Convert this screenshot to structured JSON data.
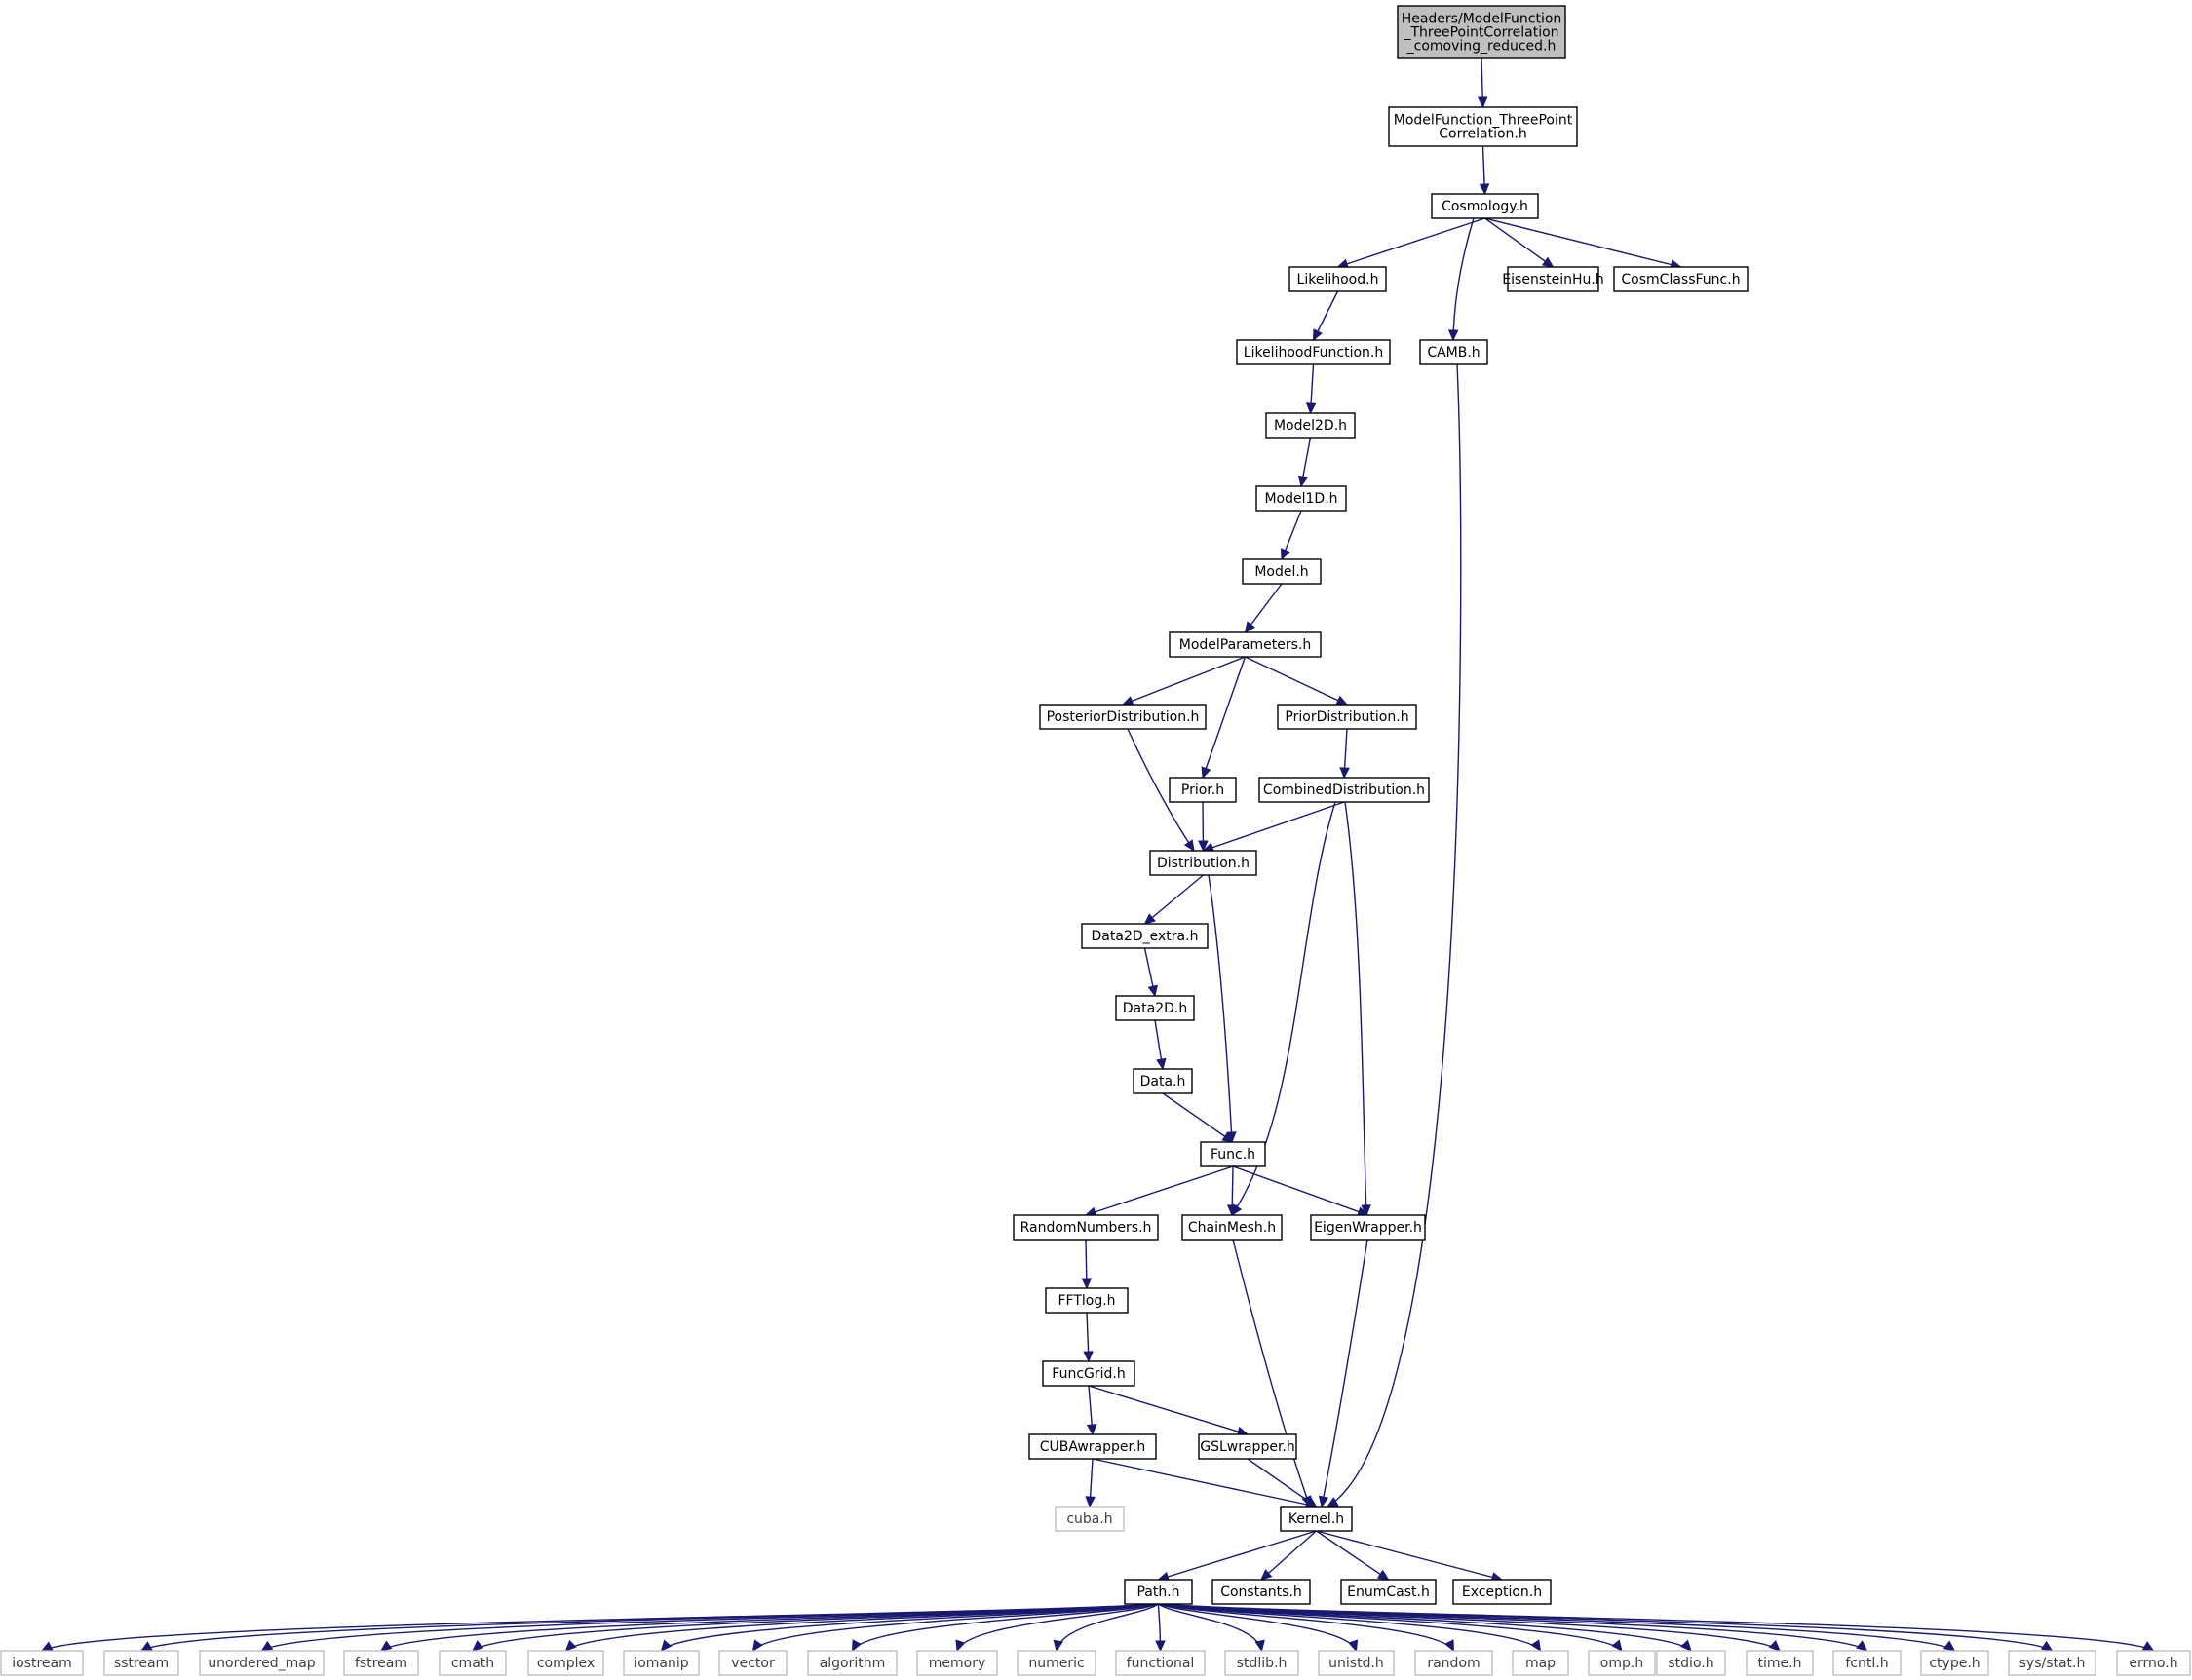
{
  "graph": {
    "nodes": [
      {
        "id": "root",
        "lines": [
          "Headers/ModelFunction",
          "_ThreePointCorrelation",
          "_comoving_reduced.h"
        ],
        "kind": "root"
      },
      {
        "id": "mf3p",
        "lines": [
          "ModelFunction_ThreePoint",
          "Correlation.h"
        ],
        "kind": "file"
      },
      {
        "id": "cosmology",
        "lines": [
          "Cosmology.h"
        ],
        "kind": "file"
      },
      {
        "id": "likelihood",
        "lines": [
          "Likelihood.h"
        ],
        "kind": "file"
      },
      {
        "id": "eisenstein",
        "lines": [
          "EisensteinHu.h"
        ],
        "kind": "file"
      },
      {
        "id": "cosmclass",
        "lines": [
          "CosmClassFunc.h"
        ],
        "kind": "file"
      },
      {
        "id": "likefunc",
        "lines": [
          "LikelihoodFunction.h"
        ],
        "kind": "file"
      },
      {
        "id": "camb",
        "lines": [
          "CAMB.h"
        ],
        "kind": "file"
      },
      {
        "id": "model2d",
        "lines": [
          "Model2D.h"
        ],
        "kind": "file"
      },
      {
        "id": "model1d",
        "lines": [
          "Model1D.h"
        ],
        "kind": "file"
      },
      {
        "id": "model",
        "lines": [
          "Model.h"
        ],
        "kind": "file"
      },
      {
        "id": "modelparams",
        "lines": [
          "ModelParameters.h"
        ],
        "kind": "file"
      },
      {
        "id": "posterior",
        "lines": [
          "PosteriorDistribution.h"
        ],
        "kind": "file"
      },
      {
        "id": "priordist",
        "lines": [
          "PriorDistribution.h"
        ],
        "kind": "file"
      },
      {
        "id": "prior",
        "lines": [
          "Prior.h"
        ],
        "kind": "file"
      },
      {
        "id": "combined",
        "lines": [
          "CombinedDistribution.h"
        ],
        "kind": "file"
      },
      {
        "id": "distribution",
        "lines": [
          "Distribution.h"
        ],
        "kind": "file"
      },
      {
        "id": "data2dextra",
        "lines": [
          "Data2D_extra.h"
        ],
        "kind": "file"
      },
      {
        "id": "data2d",
        "lines": [
          "Data2D.h"
        ],
        "kind": "file"
      },
      {
        "id": "data",
        "lines": [
          "Data.h"
        ],
        "kind": "file"
      },
      {
        "id": "func",
        "lines": [
          "Func.h"
        ],
        "kind": "file"
      },
      {
        "id": "randnum",
        "lines": [
          "RandomNumbers.h"
        ],
        "kind": "file"
      },
      {
        "id": "chainmesh",
        "lines": [
          "ChainMesh.h"
        ],
        "kind": "file"
      },
      {
        "id": "eigen",
        "lines": [
          "EigenWrapper.h"
        ],
        "kind": "file"
      },
      {
        "id": "fftlog",
        "lines": [
          "FFTlog.h"
        ],
        "kind": "file"
      },
      {
        "id": "funcgrid",
        "lines": [
          "FuncGrid.h"
        ],
        "kind": "file"
      },
      {
        "id": "cuba",
        "lines": [
          "CUBAwrapper.h"
        ],
        "kind": "file"
      },
      {
        "id": "gsl",
        "lines": [
          "GSLwrapper.h"
        ],
        "kind": "file"
      },
      {
        "id": "cubah",
        "lines": [
          "cuba.h"
        ],
        "kind": "sys"
      },
      {
        "id": "kernel",
        "lines": [
          "Kernel.h"
        ],
        "kind": "file"
      },
      {
        "id": "path",
        "lines": [
          "Path.h"
        ],
        "kind": "file"
      },
      {
        "id": "constants",
        "lines": [
          "Constants.h"
        ],
        "kind": "file"
      },
      {
        "id": "enumcast",
        "lines": [
          "EnumCast.h"
        ],
        "kind": "file"
      },
      {
        "id": "exception",
        "lines": [
          "Exception.h"
        ],
        "kind": "file"
      },
      {
        "id": "iostream",
        "lines": [
          "iostream"
        ],
        "kind": "sys"
      },
      {
        "id": "sstream",
        "lines": [
          "sstream"
        ],
        "kind": "sys"
      },
      {
        "id": "unordered_map",
        "lines": [
          "unordered_map"
        ],
        "kind": "sys"
      },
      {
        "id": "fstream",
        "lines": [
          "fstream"
        ],
        "kind": "sys"
      },
      {
        "id": "cmath",
        "lines": [
          "cmath"
        ],
        "kind": "sys"
      },
      {
        "id": "complex",
        "lines": [
          "complex"
        ],
        "kind": "sys"
      },
      {
        "id": "iomanip",
        "lines": [
          "iomanip"
        ],
        "kind": "sys"
      },
      {
        "id": "vector",
        "lines": [
          "vector"
        ],
        "kind": "sys"
      },
      {
        "id": "algorithm",
        "lines": [
          "algorithm"
        ],
        "kind": "sys"
      },
      {
        "id": "memory",
        "lines": [
          "memory"
        ],
        "kind": "sys"
      },
      {
        "id": "numeric",
        "lines": [
          "numeric"
        ],
        "kind": "sys"
      },
      {
        "id": "functional",
        "lines": [
          "functional"
        ],
        "kind": "sys"
      },
      {
        "id": "stdlib",
        "lines": [
          "stdlib.h"
        ],
        "kind": "sys"
      },
      {
        "id": "unistd",
        "lines": [
          "unistd.h"
        ],
        "kind": "sys"
      },
      {
        "id": "random",
        "lines": [
          "random"
        ],
        "kind": "sys"
      },
      {
        "id": "map",
        "lines": [
          "map"
        ],
        "kind": "sys"
      },
      {
        "id": "omp",
        "lines": [
          "omp.h"
        ],
        "kind": "sys"
      },
      {
        "id": "stdio",
        "lines": [
          "stdio.h"
        ],
        "kind": "sys"
      },
      {
        "id": "time",
        "lines": [
          "time.h"
        ],
        "kind": "sys"
      },
      {
        "id": "fcntl",
        "lines": [
          "fcntl.h"
        ],
        "kind": "sys"
      },
      {
        "id": "ctype",
        "lines": [
          "ctype.h"
        ],
        "kind": "sys"
      },
      {
        "id": "sysstat",
        "lines": [
          "sys/stat.h"
        ],
        "kind": "sys"
      },
      {
        "id": "errno",
        "lines": [
          "errno.h"
        ],
        "kind": "sys"
      }
    ],
    "edges": [
      [
        "root",
        "mf3p"
      ],
      [
        "mf3p",
        "cosmology"
      ],
      [
        "cosmology",
        "likelihood"
      ],
      [
        "cosmology",
        "camb"
      ],
      [
        "cosmology",
        "eisenstein"
      ],
      [
        "cosmology",
        "cosmclass"
      ],
      [
        "likelihood",
        "likefunc"
      ],
      [
        "likefunc",
        "model2d"
      ],
      [
        "model2d",
        "model1d"
      ],
      [
        "model1d",
        "model"
      ],
      [
        "model",
        "modelparams"
      ],
      [
        "modelparams",
        "posterior"
      ],
      [
        "modelparams",
        "prior"
      ],
      [
        "modelparams",
        "priordist"
      ],
      [
        "priordist",
        "combined"
      ],
      [
        "posterior",
        "distribution"
      ],
      [
        "prior",
        "distribution"
      ],
      [
        "combined",
        "distribution"
      ],
      [
        "combined",
        "chainmesh"
      ],
      [
        "combined",
        "eigen"
      ],
      [
        "distribution",
        "data2dextra"
      ],
      [
        "distribution",
        "func"
      ],
      [
        "data2dextra",
        "data2d"
      ],
      [
        "data2d",
        "data"
      ],
      [
        "data",
        "func"
      ],
      [
        "func",
        "randnum"
      ],
      [
        "func",
        "chainmesh"
      ],
      [
        "func",
        "eigen"
      ],
      [
        "randnum",
        "fftlog"
      ],
      [
        "fftlog",
        "funcgrid"
      ],
      [
        "funcgrid",
        "cuba"
      ],
      [
        "funcgrid",
        "gsl"
      ],
      [
        "cuba",
        "cubah"
      ],
      [
        "cuba",
        "kernel"
      ],
      [
        "gsl",
        "kernel"
      ],
      [
        "chainmesh",
        "kernel"
      ],
      [
        "eigen",
        "kernel"
      ],
      [
        "camb",
        "kernel"
      ],
      [
        "kernel",
        "path"
      ],
      [
        "kernel",
        "constants"
      ],
      [
        "kernel",
        "enumcast"
      ],
      [
        "kernel",
        "exception"
      ],
      [
        "path",
        "iostream"
      ],
      [
        "path",
        "sstream"
      ],
      [
        "path",
        "unordered_map"
      ],
      [
        "path",
        "fstream"
      ],
      [
        "path",
        "cmath"
      ],
      [
        "path",
        "complex"
      ],
      [
        "path",
        "iomanip"
      ],
      [
        "path",
        "vector"
      ],
      [
        "path",
        "algorithm"
      ],
      [
        "path",
        "memory"
      ],
      [
        "path",
        "numeric"
      ],
      [
        "path",
        "functional"
      ],
      [
        "path",
        "stdlib"
      ],
      [
        "path",
        "unistd"
      ],
      [
        "path",
        "random"
      ],
      [
        "path",
        "map"
      ],
      [
        "path",
        "omp"
      ],
      [
        "path",
        "stdio"
      ],
      [
        "path",
        "time"
      ],
      [
        "path",
        "fcntl"
      ],
      [
        "path",
        "ctype"
      ],
      [
        "path",
        "sysstat"
      ],
      [
        "path",
        "errno"
      ]
    ]
  },
  "colors": {
    "edge": "#191970",
    "node_border": "#000000",
    "external_border": "#bfbfbf",
    "root_fill": "#bfbfbf",
    "node_fill": "#ffffff"
  }
}
